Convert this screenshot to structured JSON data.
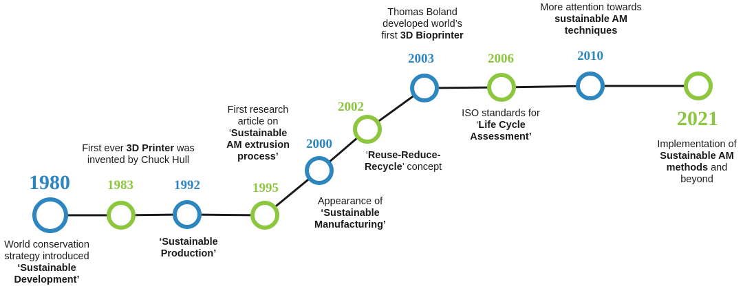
{
  "colors": {
    "blue": "#2E86C1",
    "green": "#8DC63F",
    "line": "#1a1a1a"
  },
  "milestones": [
    {
      "year": "1980",
      "color": "blue",
      "caption": [
        [
          [
            "World conservation",
            ""
          ]
        ],
        [
          [
            "strategy introduced",
            ""
          ]
        ],
        [
          [
            "‘Sustainable",
            "b"
          ]
        ],
        [
          [
            "Development’",
            "b"
          ]
        ]
      ]
    },
    {
      "year": "1983",
      "color": "green",
      "caption": [
        [
          [
            "First ever ",
            ""
          ],
          [
            "3D Printer",
            "b"
          ],
          [
            " was",
            ""
          ]
        ],
        [
          [
            "invented by Chuck Hull",
            ""
          ]
        ]
      ]
    },
    {
      "year": "1992",
      "color": "blue",
      "caption": [
        [
          [
            "‘Sustainable",
            "b"
          ]
        ],
        [
          [
            "Production’",
            "b"
          ]
        ]
      ]
    },
    {
      "year": "1995",
      "color": "green",
      "caption": [
        [
          [
            "First research",
            ""
          ]
        ],
        [
          [
            "article on",
            ""
          ]
        ],
        [
          [
            "‘",
            ""
          ],
          [
            "Sustainable",
            "b"
          ]
        ],
        [
          [
            "AM extrusion",
            "b"
          ]
        ],
        [
          [
            "process’",
            "b"
          ]
        ]
      ]
    },
    {
      "year": "2000",
      "color": "blue",
      "caption": [
        [
          [
            "Appearance of",
            ""
          ]
        ],
        [
          [
            "‘Sustainable",
            "b"
          ]
        ],
        [
          [
            "Manufacturing’",
            "b"
          ]
        ]
      ]
    },
    {
      "year": "2002",
      "color": "green",
      "caption": [
        [
          [
            "‘",
            ""
          ],
          [
            "Reuse-Reduce-",
            "b"
          ]
        ],
        [
          [
            "Recycle",
            "b"
          ],
          [
            "’ concept",
            ""
          ]
        ]
      ]
    },
    {
      "year": "2003",
      "color": "blue",
      "caption": [
        [
          [
            "Thomas Boland",
            ""
          ]
        ],
        [
          [
            "developed world’s",
            ""
          ]
        ],
        [
          [
            "first ",
            ""
          ],
          [
            "3D Bioprinter",
            "b"
          ]
        ]
      ]
    },
    {
      "year": "2006",
      "color": "green",
      "caption": [
        [
          [
            "ISO standards for",
            ""
          ]
        ],
        [
          [
            "‘",
            ""
          ],
          [
            "Life Cycle",
            "b"
          ]
        ],
        [
          [
            "Assessment’",
            "b"
          ]
        ]
      ]
    },
    {
      "year": "2010",
      "color": "blue",
      "caption": [
        [
          [
            "More attention towards",
            ""
          ]
        ],
        [
          [
            "sustainable AM",
            "b"
          ]
        ],
        [
          [
            "techniques",
            "b"
          ]
        ]
      ]
    },
    {
      "year": "2021",
      "color": "green",
      "caption": [
        [
          [
            "Implementation of",
            ""
          ]
        ],
        [
          [
            "Sustainable AM",
            "b"
          ]
        ],
        [
          [
            "methods",
            "b"
          ],
          [
            " and",
            ""
          ]
        ],
        [
          [
            "beyond",
            ""
          ]
        ]
      ]
    }
  ]
}
